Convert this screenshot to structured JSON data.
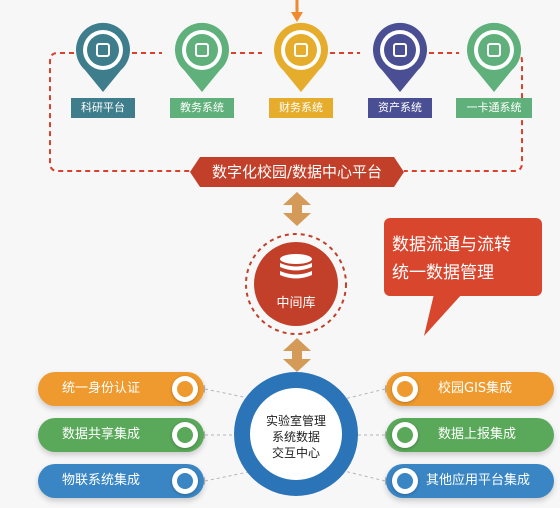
{
  "systems": [
    {
      "label": "科研平台",
      "color": "#3e7d8c",
      "icon": "flask-icon"
    },
    {
      "label": "教务系统",
      "color": "#5fb07a",
      "icon": "documents-icon"
    },
    {
      "label": "财务系统",
      "color": "#e6ad2c",
      "icon": "banknote-icon"
    },
    {
      "label": "资产系统",
      "color": "#4a4f93",
      "icon": "money-bag-icon"
    },
    {
      "label": "一卡通系统",
      "color": "#5fb07a",
      "icon": "card-icon"
    }
  ],
  "platform": {
    "label": "数字化校园/数据中心平台",
    "color": "#c2402a"
  },
  "middle": {
    "label": "中间库"
  },
  "callout": {
    "line1": "数据流通与流转",
    "line2": "统一数据管理",
    "color": "#d9462e"
  },
  "hub": {
    "line1": "实验室管理",
    "line2": "系统数据",
    "line3": "交互中心",
    "color": "#2b74b8"
  },
  "left_items": [
    {
      "label": "统一身份认证",
      "color": "#ef9a2e"
    },
    {
      "label": "数据共享集成",
      "color": "#5aa85a"
    },
    {
      "label": "物联系统集成",
      "color": "#3a86c4"
    }
  ],
  "right_items": [
    {
      "label": "校园GIS集成",
      "color": "#ef9a2e"
    },
    {
      "label": "数据上报集成",
      "color": "#5aa85a"
    },
    {
      "label": "其他应用平台集成",
      "color": "#3a86c4"
    }
  ]
}
